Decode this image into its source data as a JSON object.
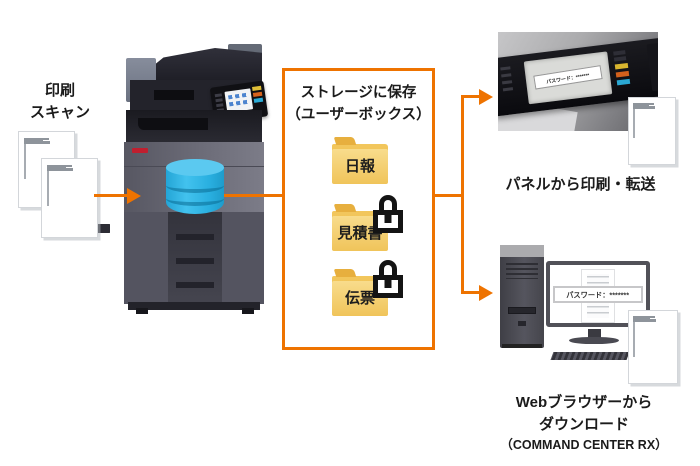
{
  "accent_color": "#EE7300",
  "source": {
    "label_line1": "印刷",
    "label_line2": "スキャン"
  },
  "storage_box": {
    "title_line1": "ストレージに保存",
    "title_line2": "（ユーザーボックス）",
    "folders": [
      {
        "label": "日報",
        "locked": false
      },
      {
        "label": "見積書",
        "locked": true
      },
      {
        "label": "伝票",
        "locked": true
      }
    ]
  },
  "panel_route": {
    "panel_screen_text": "パスワード：*******",
    "caption": "パネルから印刷・転送"
  },
  "web_route": {
    "monitor_screen_text": "パスワード：*******",
    "caption_line1": "Webブラウザーから",
    "caption_line2": "ダウンロード",
    "caption_line3": "（COMMAND CENTER RX）"
  },
  "icons": {
    "database": "database-cylinder",
    "lock": "padlock",
    "folder": "folder",
    "document": "document-sheet",
    "arrow": "orange-flow-arrow"
  }
}
